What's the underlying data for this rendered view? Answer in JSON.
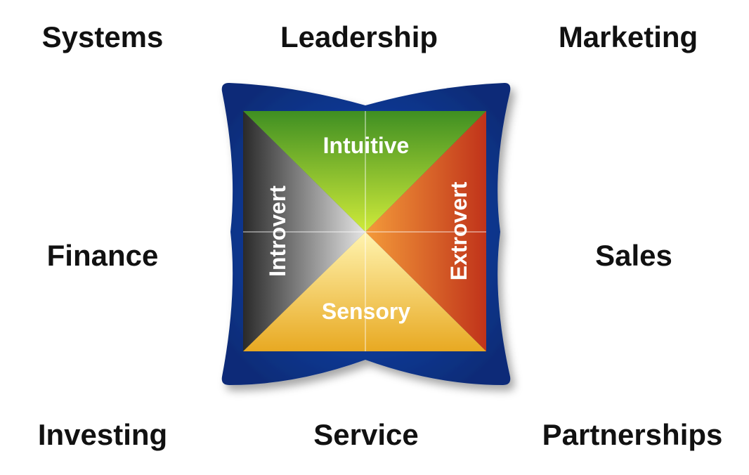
{
  "outer_labels": {
    "systems": "Systems",
    "leadership": "Leadership",
    "marketing": "Marketing",
    "finance": "Finance",
    "sales": "Sales",
    "investing": "Investing",
    "service": "Service",
    "partnerships": "Partnerships"
  },
  "quadrants": {
    "top": "Intuitive",
    "left": "Introvert",
    "right": "Extrovert",
    "bottom": "Sensory"
  },
  "colors": {
    "frame": "#0a2c78",
    "frame_highlight": "#1f4fc4",
    "top_start": "#3f8f22",
    "top_end": "#cfea3a",
    "left_start": "#2a2a2a",
    "left_end": "#e4e4e4",
    "right_start": "#f49b3a",
    "right_end": "#c0331a",
    "bottom_start": "#fff4b0",
    "bottom_end": "#e8a922"
  }
}
